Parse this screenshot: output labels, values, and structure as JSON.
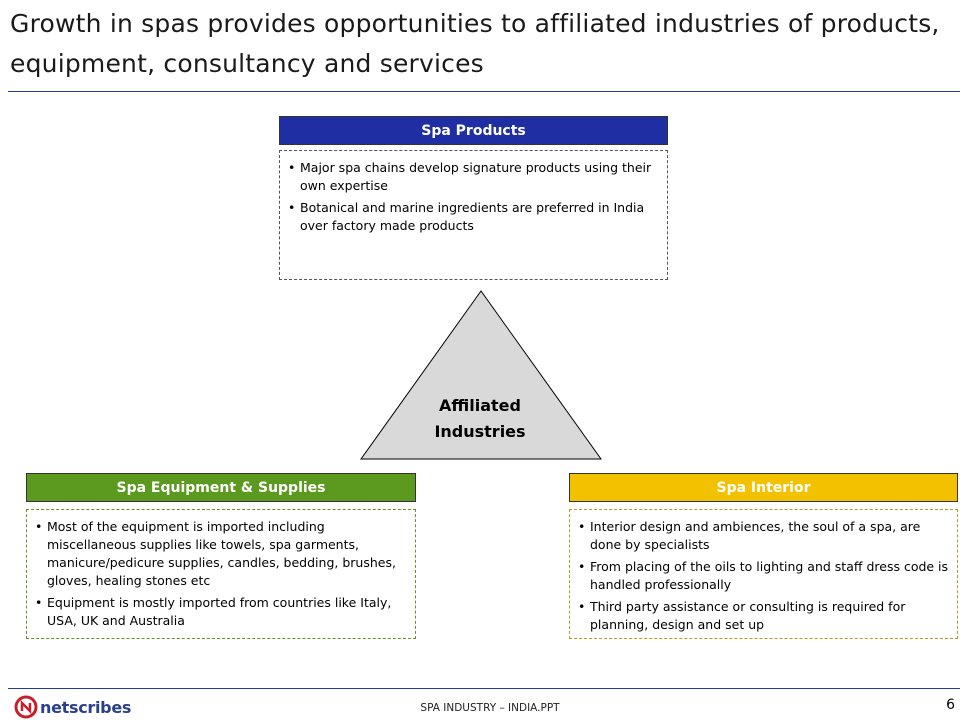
{
  "title": "Growth in spas provides opportunities to affiliated industries of products, equipment, consultancy and services",
  "center_label": [
    "Affiliated",
    "Industries"
  ],
  "colors": {
    "blue": "#1f2fa3",
    "green": "#5b9a1e",
    "yellow": "#f2c200",
    "triangle": "#d9d9d9"
  },
  "products": {
    "header": "Spa Products",
    "bullets": [
      "Major spa chains develop signature products using their own expertise",
      "Botanical and marine ingredients are preferred in India over factory made products"
    ]
  },
  "equipment": {
    "header": "Spa Equipment & Supplies",
    "bullets": [
      "Most of the equipment is imported including miscellaneous supplies like towels, spa garments, manicure/pedicure supplies, candles, bedding, brushes, gloves, healing stones etc",
      "Equipment is mostly imported from countries like Italy, USA, UK and Australia"
    ]
  },
  "interior": {
    "header": "Spa Interior",
    "bullets": [
      "Interior design and ambiences, the soul of a spa, are done by specialists",
      "From placing of the oils to lighting and staff dress code is handled professionally",
      "Third party assistance or consulting is required for planning, design and set up"
    ]
  },
  "footer": {
    "logo_text": "netscribes",
    "center": "SPA INDUSTRY – INDIA.PPT",
    "page": "6"
  }
}
